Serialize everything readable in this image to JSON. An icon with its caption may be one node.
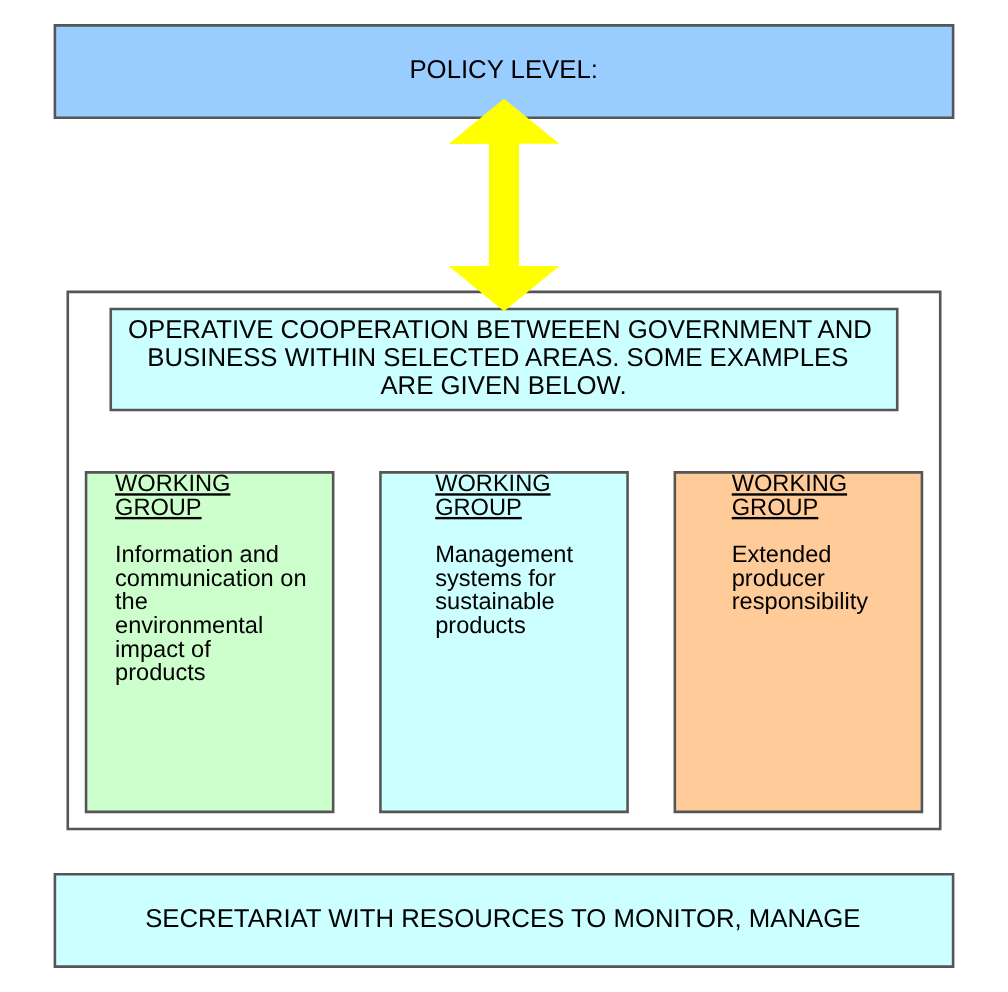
{
  "diagram": {
    "nodes": [
      {
        "text": [
          "POLICY LEVEL:"
        ]
      },
      {
        "text": [],
        "shape": "box"
      },
      {
        "text": [
          "OPERATIVE COOPERATION BETWEEEN GOVERNMENT AND BUSINESS WITHIN SELECTED AREAS. SOME EXAMPLES ARE GIVEN BELOW."
        ],
        "in": 1
      },
      {
        "text": [
          "WORKING GROUP",
          "Information and communication on the environmental impact of products"
        ],
        "in": 1
      },
      {
        "text": [
          "WORKING GROUP",
          "Management systems for sustainable products"
        ],
        "in": 1
      },
      {
        "text": [
          "WORKING GROUP",
          "Extended producer responsibility"
        ],
        "in": 1
      },
      {
        "text": [
          "SECRETARIAT WITH RESOURCES TO MONITOR, MANAGE"
        ]
      }
    ],
    "edges": [
      {
        "from": 0,
        "to": 1,
        "arrow": "both",
        "color": "#ffff00"
      }
    ]
  }
}
